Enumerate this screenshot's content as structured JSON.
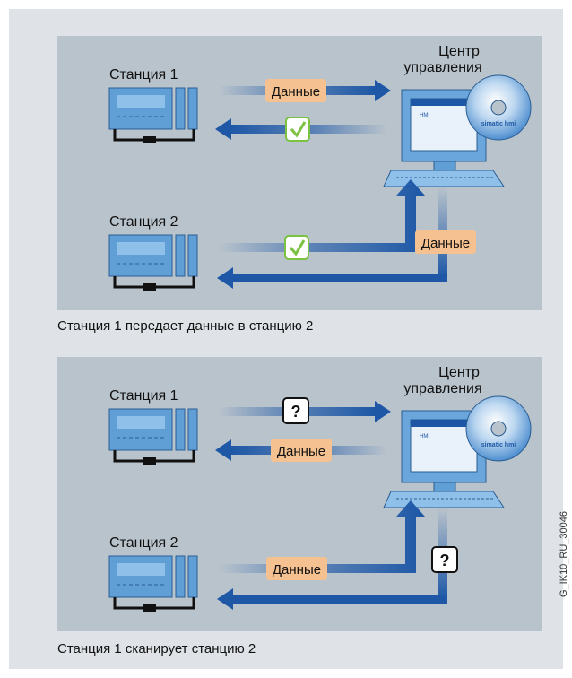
{
  "figure_code": "G_IK10_RU_30046",
  "colors": {
    "background": "#dfe3e7",
    "panel": "#b9c3cc",
    "arrow": "#1d57a6",
    "data_label": "#f5c190",
    "check_box": "#7bc142",
    "device": "#5f9fd5"
  },
  "panels": [
    {
      "station1_label": "Станция 1",
      "station2_label": "Станция 2",
      "center_label_line1": "Центр",
      "center_label_line2": "управления",
      "hmi_badge": "HMI",
      "disc_label": "simatic hmi",
      "label_s1_to_center": "Данные",
      "label_center_to_s2": "Данные",
      "caption": "Станция 1 передает данные в станцию 2"
    },
    {
      "station1_label": "Станция 1",
      "station2_label": "Станция 2",
      "center_label_line1": "Центр",
      "center_label_line2": "управления",
      "hmi_badge": "HMI",
      "disc_label": "simatic hmi",
      "label_s1_to_center": "?",
      "label_center_to_s1": "Данные",
      "label_s2_to_center": "Данные",
      "label_center_to_s2": "?",
      "caption": "Станция 1 сканирует станцию 2"
    }
  ]
}
